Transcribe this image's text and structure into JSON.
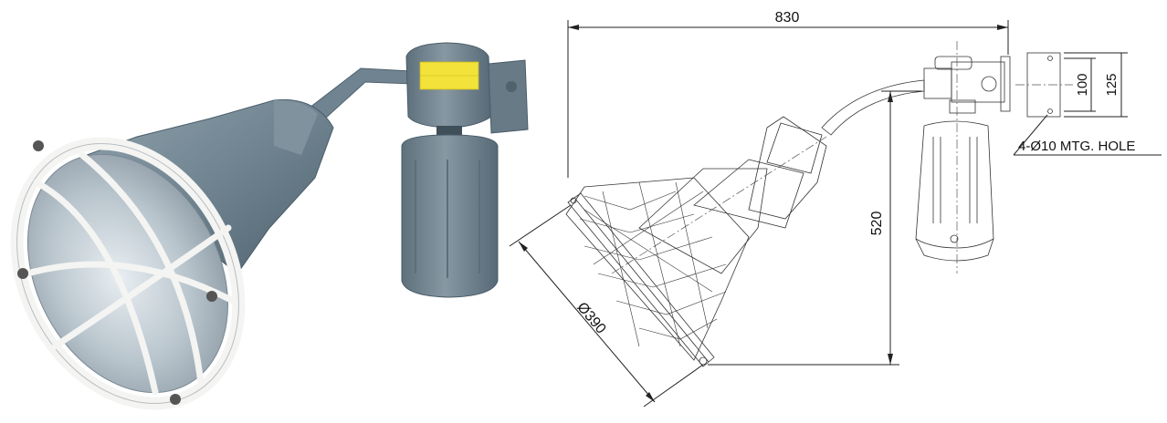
{
  "dimensions": {
    "overall_width": "830",
    "height": "520",
    "diameter": "Ø390",
    "bracket_inner": "100",
    "bracket_outer": "125",
    "mounting_holes": "4-Ø10 MTG. HOLE"
  },
  "colors": {
    "body": "#6f8390",
    "body_dark": "#4f626e",
    "label": "#f2e23a",
    "guard": "#f4f4f2",
    "line": "#222222"
  }
}
